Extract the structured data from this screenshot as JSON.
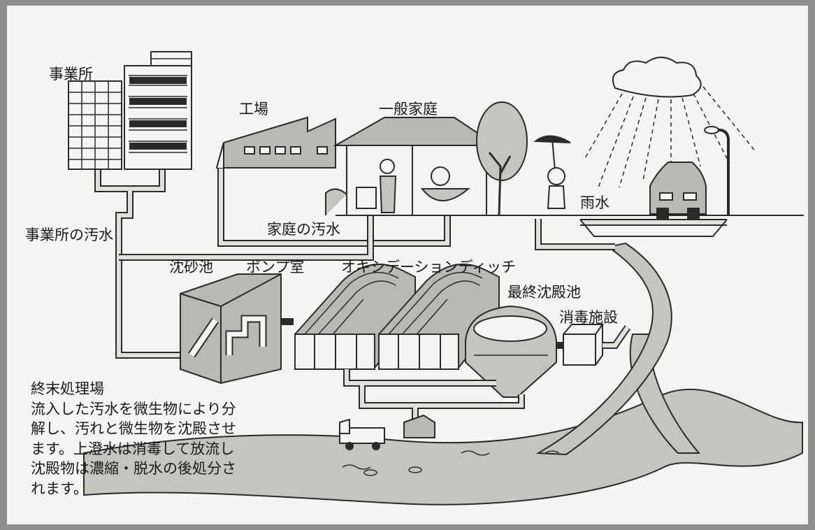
{
  "labels": {
    "office": "事業所",
    "factory": "工場",
    "household": "一般家庭",
    "rainwater": "雨水",
    "office_sewage": "事業所の汚水",
    "household_sewage": "家庭の汚水",
    "grit_chamber": "沈砂池",
    "pump_room": "ポンプ室",
    "oxidation_ditch": "オキシデーションディッチ",
    "final_settling_tank": "最終沈殿池",
    "disinfection_facility": "消毒施設"
  },
  "description": {
    "title": "終末処理場",
    "lines": [
      "流入した汚水を微生物により分",
      "解し、汚れと微生物を沈殿させ",
      "ます。上澄水は消毒して放流し",
      "沈殿物は濃縮・脱水の後処分さ",
      "れます。"
    ]
  },
  "colors": {
    "border": "#8e8e8e",
    "background": "#f4f4f2",
    "pipe": "#e0e0dc",
    "structure": "#b8b8b4",
    "line": "#2a2a2a"
  }
}
